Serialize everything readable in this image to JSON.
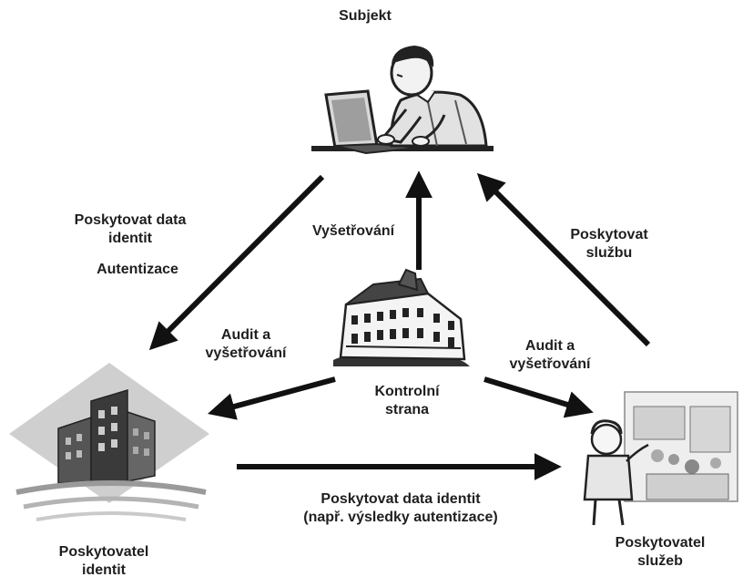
{
  "nodes": {
    "subject": {
      "label": "Subjekt",
      "icon": "person-at-laptop-icon"
    },
    "identity_provider": {
      "label_lines": [
        "Poskytovatel",
        "identit"
      ],
      "icon": "office-buildings-icon"
    },
    "service_provider": {
      "label_lines": [
        "Poskytovatel",
        "služeb"
      ],
      "icon": "shop-clerk-icon"
    },
    "control_party": {
      "label_lines": [
        "Kontrolní",
        "strana"
      ],
      "icon": "historic-building-icon"
    }
  },
  "edges": {
    "subject_to_identity": {
      "label_lines": [
        "Poskytovat data",
        "identit"
      ],
      "label2": "Autentizace"
    },
    "control_to_subject": {
      "label": "Vyšetřování"
    },
    "service_to_subject": {
      "label_lines": [
        "Poskytovat",
        "službu"
      ]
    },
    "control_to_identity": {
      "label_lines": [
        "Audit a",
        "vyšetřování"
      ]
    },
    "control_to_service": {
      "label_lines": [
        "Audit a",
        "vyšetřování"
      ]
    },
    "identity_to_service": {
      "label_lines": [
        "Poskytovat data identit",
        "(např. výsledky autentizace)"
      ]
    }
  },
  "colors": {
    "arrow": "#111111",
    "text": "#1f1f1f",
    "drawing": "#333333",
    "shade": "#bdbdbd"
  }
}
